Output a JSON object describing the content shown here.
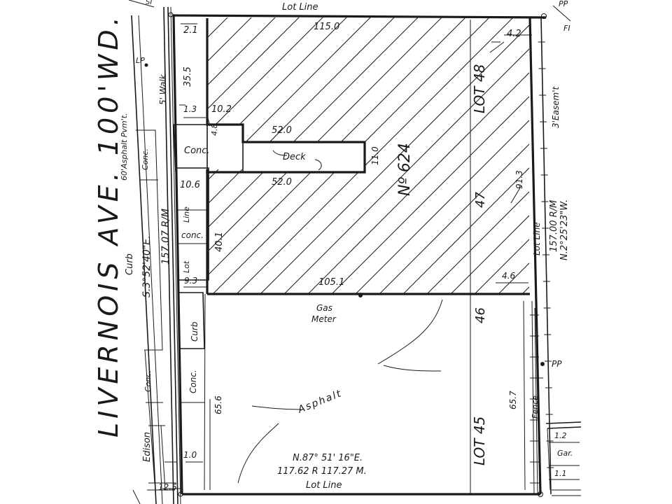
{
  "street": {
    "name": "LIVERNOIS  AVE.  100'WD.",
    "pavement": "60'Asphalt Pvm't.",
    "curb": "Curb",
    "bearing": "S.3°52'40\"E.",
    "row_length": "157.07 R/M",
    "walk": "5' Walk",
    "conc_1": "Conc.",
    "conc_2": "Conc.",
    "side_street": "Edison",
    "lp": "LP"
  },
  "property": {
    "number": "Nº 624",
    "lot_upper": "LOT 48",
    "lot_mid": "47",
    "lot_46": "46",
    "lot_45": "LOT 45",
    "top_line": "Lot Line",
    "bottom_line": "Lot Line",
    "right_line": "Lot Line",
    "left_lot": "Lot",
    "left_line": "Line"
  },
  "dimensions": {
    "top_width": "115.0",
    "top_left": "2.1",
    "top_right": "4.2",
    "left_upper": "35.5",
    "offset_1": "1.3",
    "offset_2": "10.2",
    "offset_3": "4.8",
    "deck_top": "52.0",
    "deck_bottom": "52.0",
    "deck_depth": "11.0",
    "right_upper": "91.3",
    "step_width": "10.6",
    "bldg_left": "40.1",
    "bldg_bottom": "105.1",
    "bottom_left_offset": "9.3",
    "bottom_right_offset": "4.6",
    "lower_left": "65.6",
    "lower_right": "65.7",
    "lower_small": "1.0",
    "corner_small": "12.5",
    "garage_1": "1.2",
    "garage_2": "1.1",
    "east_length": "157.00 R/M",
    "east_bearing": "N.2°25'23\"W.",
    "bottom_bearing": "N.87° 51' 16\"E.",
    "bottom_length": "117.62 R  117.27 M."
  },
  "features": {
    "conc_a": "Conc.",
    "deck": "Deck",
    "conc_b": "conc.",
    "curb": "Curb",
    "conc_c": "Conc.",
    "gas_meter_1": "Gas",
    "gas_meter_2": "Meter",
    "asphalt": "Asphalt",
    "fence": "Fence",
    "easement": "3'Easem't",
    "garage": "Gar.",
    "pp_top": "PP",
    "pp_mid": "PP",
    "fi": "FI",
    "si": "SI"
  }
}
